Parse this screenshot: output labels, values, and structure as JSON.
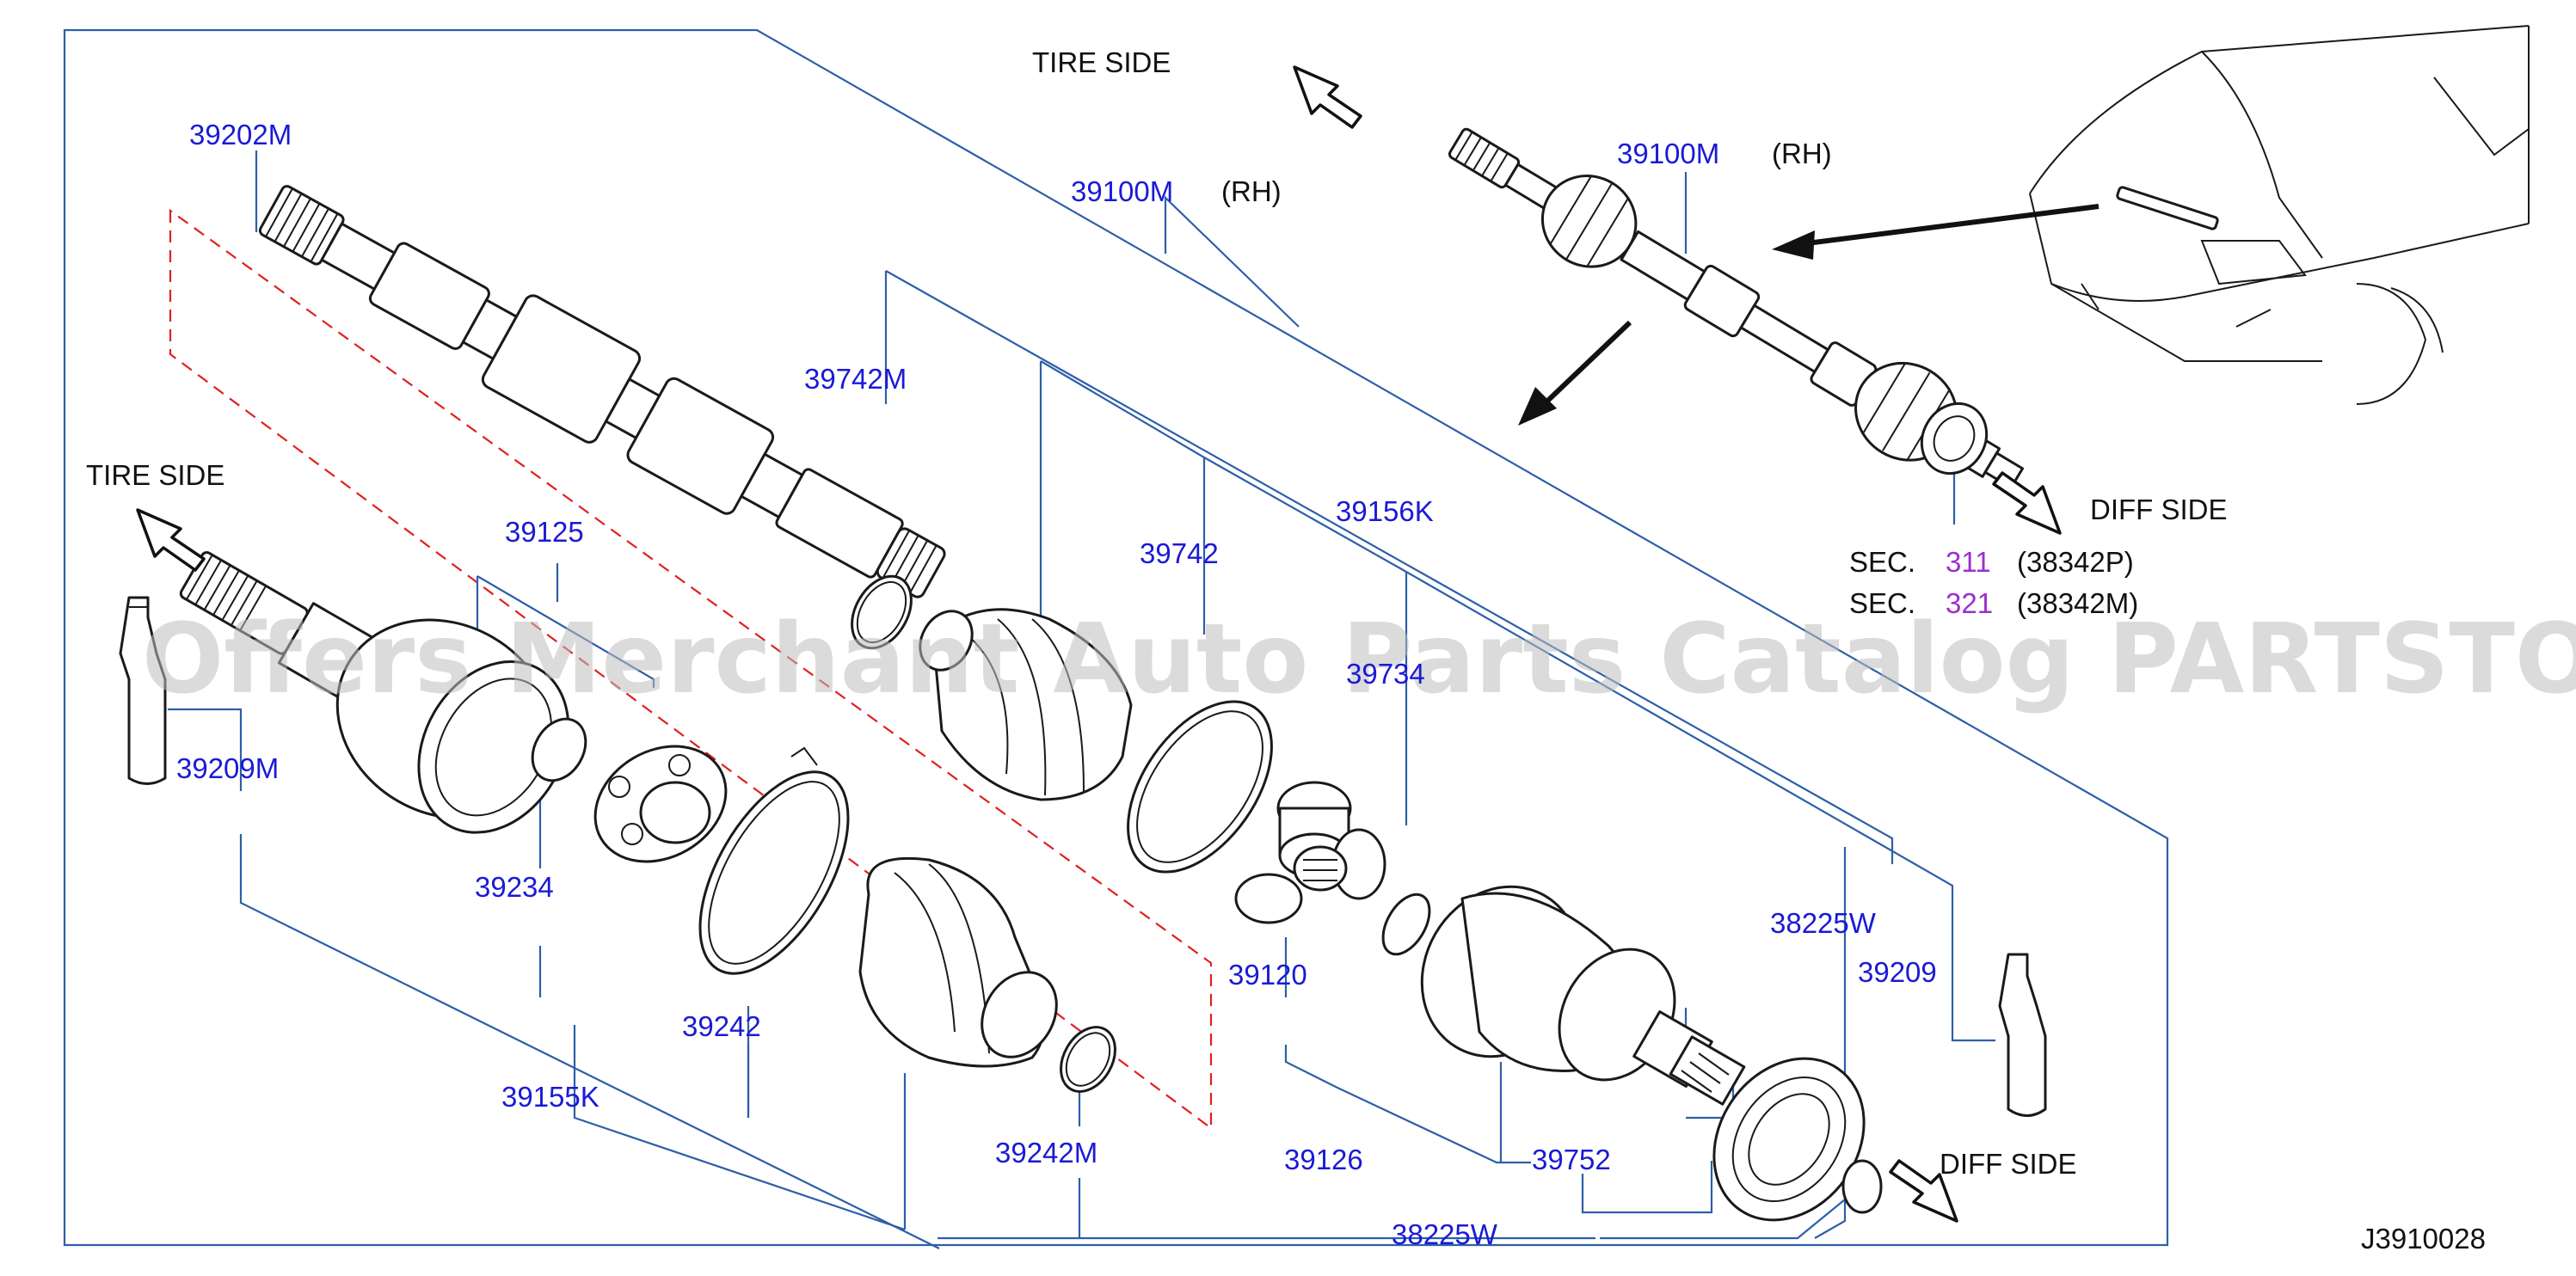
{
  "diagram": {
    "watermark": "Offers Merchant Auto Parts Catalog PARTSTORE.SA",
    "diagram_code": "J3910028",
    "direction_labels": {
      "tire_side_top": "TIRE  SIDE",
      "tire_side_left": "TIRE  SIDE",
      "diff_side_top": "DIFF  SIDE",
      "diff_side_bottom": "DIFF  SIDE"
    },
    "side_labels": {
      "rh_main": "(RH)",
      "rh_inset": "(RH)"
    },
    "sections": [
      {
        "prefix": "SEC.",
        "number": "311",
        "ref": "(38342P)"
      },
      {
        "prefix": "SEC.",
        "number": "321",
        "ref": "(38342M)"
      }
    ],
    "parts": {
      "p39202M": "39202M",
      "p39100M_main": "39100M",
      "p39100M_inset": "39100M",
      "p39742M": "39742M",
      "p39125": "39125",
      "p39742": "39742",
      "p39156K": "39156K",
      "p39734": "39734",
      "p39209M": "39209M",
      "p39234": "39234",
      "p39242": "39242",
      "p39155K": "39155K",
      "p39120": "39120",
      "p38225W_right": "38225W",
      "p39209": "39209",
      "p39242M": "39242M",
      "p39126": "39126",
      "p39752": "39752",
      "p38225W_bottom": "38225W"
    }
  },
  "colors": {
    "part_number": "#1a1ad6",
    "section_number": "#9b2fd0",
    "leader_line": "#2d5fa8",
    "phantom_line": "#e02020"
  }
}
